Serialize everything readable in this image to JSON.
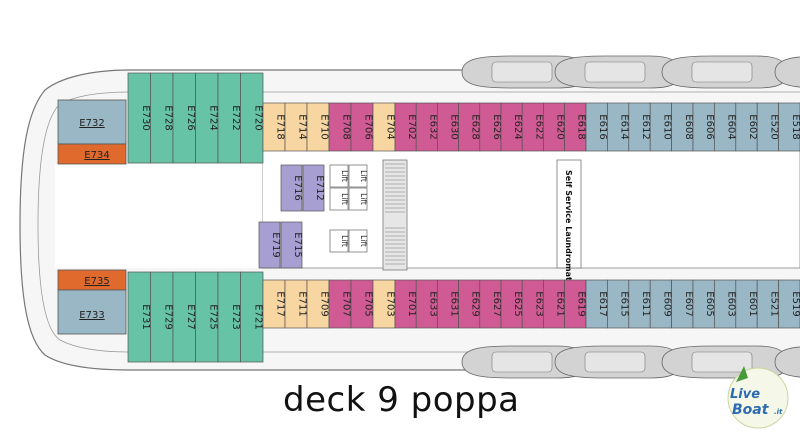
{
  "caption": "deck 9 poppa",
  "logo": {
    "line1": "Live",
    "line2": "Boat",
    "suffix": ".it"
  },
  "legend_colors": {
    "teal": "#67c3a6",
    "pink": "#d05a93",
    "peach": "#f8d6a1",
    "blue_grey": "#9ab7c5",
    "lavender": "#a79fd2",
    "orange": "#e06a2d",
    "hull": "#f2f2f2"
  },
  "cabins": {
    "top_teal": [
      "E730",
      "E728",
      "E726",
      "E724",
      "E722",
      "E720"
    ],
    "top_peach": [
      "E718",
      "E714",
      "E710"
    ],
    "top_pink_a": [
      "E708",
      "E706"
    ],
    "top_peach_b": [
      "E704"
    ],
    "top_pink_b": [
      "E702",
      "E632",
      "E630",
      "E628",
      "E626",
      "E624",
      "E622",
      "E620",
      "E618"
    ],
    "top_blue": [
      "E616",
      "E614",
      "E612",
      "E610",
      "E608",
      "E606",
      "E604",
      "E602",
      "E520",
      "E518"
    ],
    "bottom_teal": [
      "E731",
      "E729",
      "E727",
      "E725",
      "E723",
      "E721"
    ],
    "bottom_peach": [
      "E717",
      "E711",
      "E709"
    ],
    "bottom_pink_a": [
      "E707",
      "E705"
    ],
    "bottom_peach_b": [
      "E703"
    ],
    "bottom_pink_b": [
      "E701",
      "E633",
      "E631",
      "E629",
      "E627",
      "E625",
      "E623",
      "E621",
      "E619"
    ],
    "bottom_blue": [
      "E617",
      "E615",
      "E611",
      "E609",
      "E607",
      "E605",
      "E603",
      "E601",
      "E521",
      "E519"
    ],
    "inner_lavender_top": [
      "E716",
      "E712"
    ],
    "inner_lavender_bottom": [
      "E719",
      "E715"
    ],
    "aft_blue_top": "E732",
    "aft_blue_bottom": "E733",
    "aft_orange_top": "E734",
    "aft_orange_bottom": "E735"
  },
  "lifts": [
    "Lift",
    "Lift",
    "Lift",
    "Lift",
    "Lift",
    "Lift"
  ],
  "laundromat": "Self Service Laundromat"
}
